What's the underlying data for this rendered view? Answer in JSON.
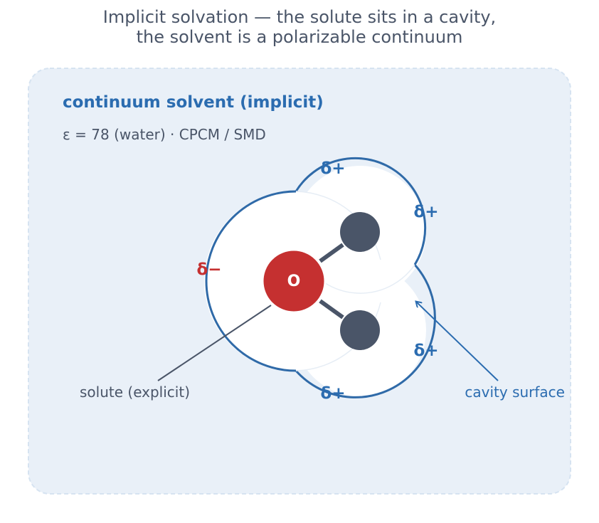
{
  "title": {
    "line1": "Implicit solvation — the solute sits in a cavity,",
    "line2": "the solvent is a polarizable continuum"
  },
  "panel": {
    "heading": "continuum solvent (implicit)",
    "subheading": "ε = 78  (water) · CPCM / SMD"
  },
  "molecule": {
    "center_atom": "O",
    "charges": {
      "oxygen": "δ−",
      "h1_top": "δ+",
      "h1_right": "δ+",
      "h2_right": "δ+",
      "h2_bottom": "δ+"
    }
  },
  "labels": {
    "solute": "solute (explicit)",
    "cavity": "cavity surface"
  },
  "colors": {
    "panel_fill": "#e9f0f8",
    "panel_border": "#d6e3f1",
    "accent_blue": "#2b6cb0",
    "cavity_stroke": "#2f6aa8",
    "oxygen": "#c53030",
    "hydrogen": "#4a5568",
    "text_gray": "#4a5568"
  }
}
